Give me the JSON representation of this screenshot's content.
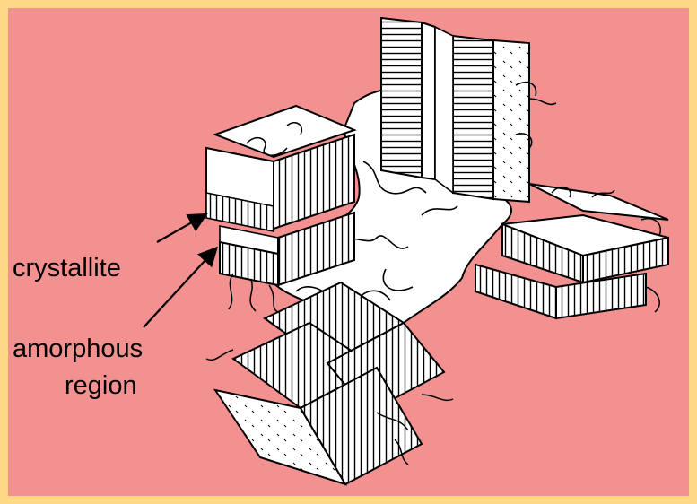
{
  "figure": {
    "labels": {
      "crystallite": "crystallite",
      "amorphous_line1": "amorphous",
      "amorphous_line2": "region"
    }
  },
  "colors": {
    "frame": "#ffd885",
    "panel": "#f39090",
    "ink": "#000000",
    "paper": "#ffffff"
  }
}
